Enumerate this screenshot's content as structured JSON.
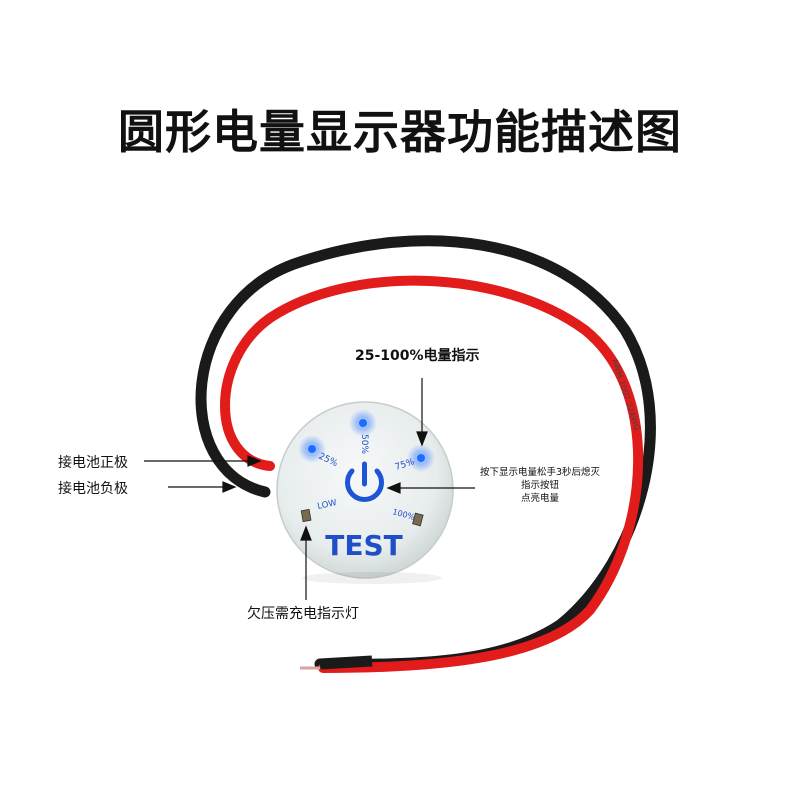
{
  "title": "圆形电量显示器功能描述图",
  "annotations": {
    "level_indicator": "25-100%电量指示",
    "positive_terminal": "接电池正极",
    "negative_terminal": "接电池负极",
    "button_desc_line1": "按下显示电量松手3秒后熄灭",
    "button_desc_line2": "指示按钮",
    "button_desc_line3": "点亮电量",
    "low_voltage_indicator": "欠压需充电指示灯"
  },
  "board": {
    "label_25": "25%",
    "label_50": "50%",
    "label_75": "75%",
    "label_100": "100%",
    "label_low": "LOW",
    "test_label": "TEST"
  },
  "wire_print": "AWM 1007 22AWG",
  "colors": {
    "wire_red": "#e21b1b",
    "wire_black": "#1a1a1a",
    "led_blue": "#1e6bff",
    "text_blue": "#1e4fc8"
  }
}
